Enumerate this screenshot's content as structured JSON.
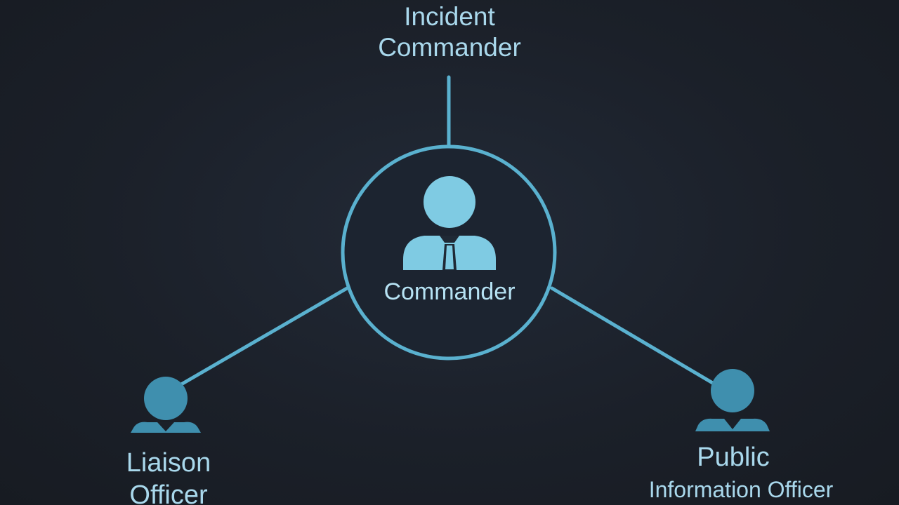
{
  "diagram": {
    "colors": {
      "background": "#1b2029",
      "line": "#5ab1cf",
      "ring": "#5ab1cf",
      "center_icon": "#7fcbe3",
      "node_icon": "#3f8fae",
      "text": "#a9d8ec"
    },
    "top_label": {
      "line1": "Incident",
      "line2": "Commander"
    },
    "center_node": {
      "label": "Commander",
      "icon": "person-with-tie-icon"
    },
    "left_node": {
      "line1": "Liaison",
      "line2": "Officer",
      "icon": "person-icon"
    },
    "right_node": {
      "line1": "Public",
      "line2": "Information Officer",
      "icon": "person-icon"
    }
  }
}
